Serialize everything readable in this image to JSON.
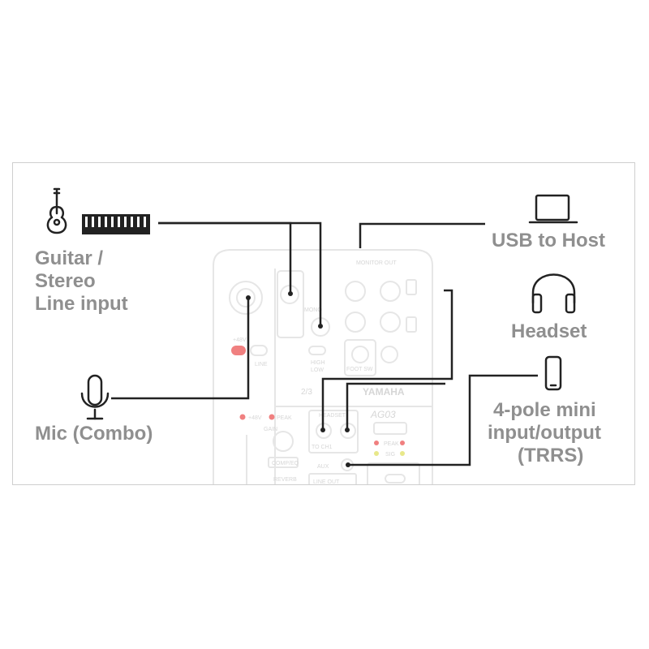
{
  "labels": {
    "guitar_line_1": "Guitar /",
    "guitar_line_2": "Stereo",
    "guitar_line_3": "Line input",
    "mic": "Mic (Combo)",
    "usb": "USB to Host",
    "headset": "Headset",
    "trrs_line_1": "4-pole mini",
    "trrs_line_2": "input/output",
    "trrs_line_3": "(TRRS)"
  },
  "device": {
    "brand": "YAMAHA",
    "model": "AG03",
    "monitor_out": "MONITOR OUT",
    "channel": "2/3",
    "foot_sw": "FOOT SW",
    "plus48v": "+48V",
    "peak": "PEAK",
    "gain": "GAIN",
    "compeq": "COMP/EQ",
    "reverb": "REVERB",
    "aux": "AUX",
    "line_out": "LINE OUT",
    "line": "LINE",
    "mono": "MONO",
    "headset_panel": "HEADSET",
    "high": "HIGH",
    "low": "LOW",
    "sig": "SIG",
    "to_ch1": "TO CH1"
  },
  "colors": {
    "label": "#8f8f8f",
    "wire": "#222222",
    "device_outline": "#e6e6e6",
    "phantom_led": "#f08080",
    "sig_led": "#e8e88a",
    "border": "#cfcfcf"
  },
  "icons": [
    "guitar-icon",
    "keyboard-icon",
    "laptop-icon",
    "headphones-icon",
    "microphone-icon",
    "smartphone-icon"
  ]
}
